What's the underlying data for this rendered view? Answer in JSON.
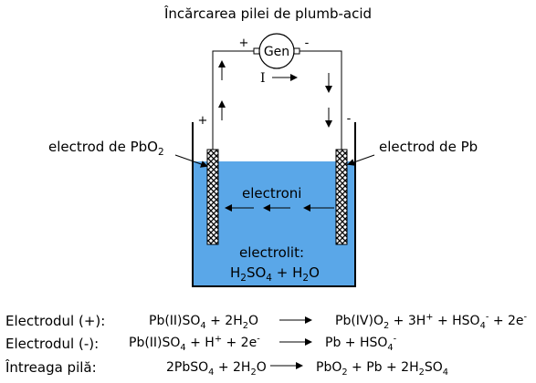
{
  "title": "Încărcarea pilei de plumb-acid",
  "generator": {
    "label": "Gen",
    "plus": "+",
    "minus": "-"
  },
  "current": {
    "label": "I"
  },
  "electrode_left": {
    "sign": "+",
    "label_main": "electrod de PbO",
    "label_sub": "2"
  },
  "electrode_right": {
    "sign": "-",
    "label": "electrod de Pb"
  },
  "inside": {
    "electrons": "electroni",
    "electrolyte": "electrolit:",
    "formula": {
      "a": "H",
      "a_sub": "2",
      "b": "SO",
      "b_sub": "4",
      "plus": " + ",
      "c": "H",
      "c_sub": "2",
      "d": "O"
    }
  },
  "colors": {
    "electrolyte": "#5aa7e8",
    "hatch": "#000000"
  },
  "equations": [
    {
      "head": "Electrodul (+):",
      "left": {
        "t1": "Pb(II)SO",
        "s1": "4",
        "t2": " + 2H",
        "s2": "2",
        "t3": "O"
      },
      "right": {
        "t1": "Pb(IV)O",
        "s1": "2",
        "t2": " + 3H",
        "p2": "+",
        "t3": " + HSO",
        "s3": "4",
        "p3": "-",
        "t4": " + 2e",
        "p4": "-"
      }
    },
    {
      "head": "Electrodul (-):",
      "left": {
        "t1": "Pb(II)SO",
        "s1": "4",
        "t2": " + H",
        "p2": "+",
        "t3": " + 2e",
        "p3": "-"
      },
      "right": {
        "t1": "Pb + HSO",
        "s1": "4",
        "p1": "-"
      }
    },
    {
      "head": "Întreaga pilă:",
      "left": {
        "t1": "2PbSO",
        "s1": "4",
        "t2": " + 2H",
        "s2": "2",
        "t3": "O"
      },
      "right": {
        "t1": "PbO",
        "s1": "2",
        "t2": " + Pb + 2H",
        "s2": "2",
        "t3": "SO",
        "s3": "4"
      }
    }
  ]
}
